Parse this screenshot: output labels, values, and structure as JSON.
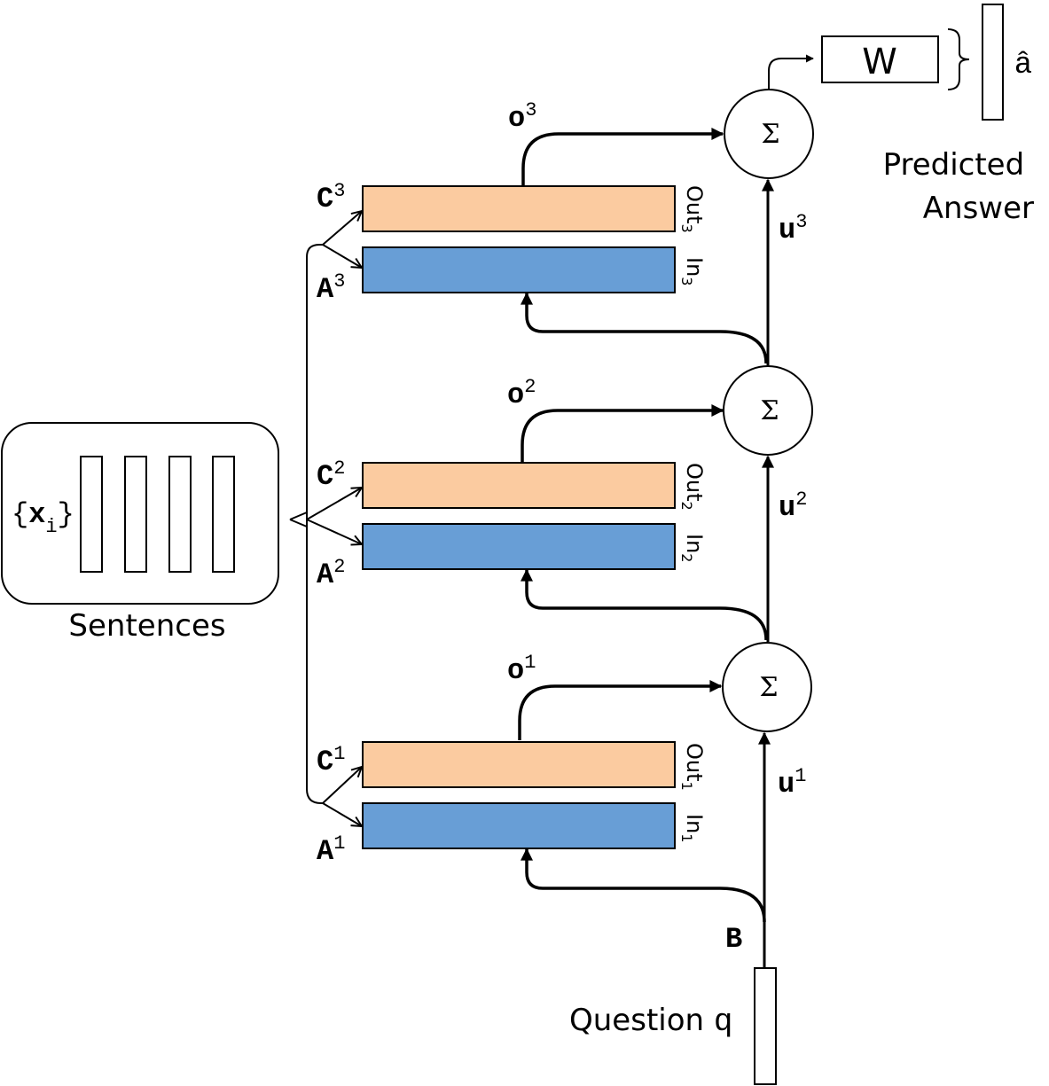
{
  "sentences": {
    "label": "Sentences",
    "set_symbol": "x",
    "set_subscript": "i"
  },
  "hops": [
    {
      "c_label": "C",
      "c_sup": "1",
      "a_label": "A",
      "a_sup": "1",
      "out_label": "Out",
      "out_sub": "1",
      "in_label": "In",
      "in_sub": "1",
      "o_label": "o",
      "o_sup": "1",
      "u_label": "u",
      "u_sup": "1",
      "sum_symbol": "Σ"
    },
    {
      "c_label": "C",
      "c_sup": "2",
      "a_label": "A",
      "a_sup": "2",
      "out_label": "Out",
      "out_sub": "2",
      "in_label": "In",
      "in_sub": "2",
      "o_label": "o",
      "o_sup": "2",
      "u_label": "u",
      "u_sup": "2",
      "sum_symbol": "Σ"
    },
    {
      "c_label": "C",
      "c_sup": "3",
      "a_label": "A",
      "a_sup": "3",
      "out_label": "Out",
      "out_sub": "3",
      "in_label": "In",
      "in_sub": "3",
      "o_label": "o",
      "o_sup": "3",
      "u_label": "u",
      "u_sup": "3",
      "sum_symbol": "Σ"
    }
  ],
  "question": {
    "label": "Question",
    "symbol": "q",
    "embedding_label": "B"
  },
  "output": {
    "weight_label": "W",
    "answer_symbol": "â",
    "caption_line1": "Predicted",
    "caption_line2": "Answer"
  },
  "colors": {
    "memory_out": "#FBCBA0",
    "memory_in": "#689ED6",
    "stroke": "#000000"
  }
}
